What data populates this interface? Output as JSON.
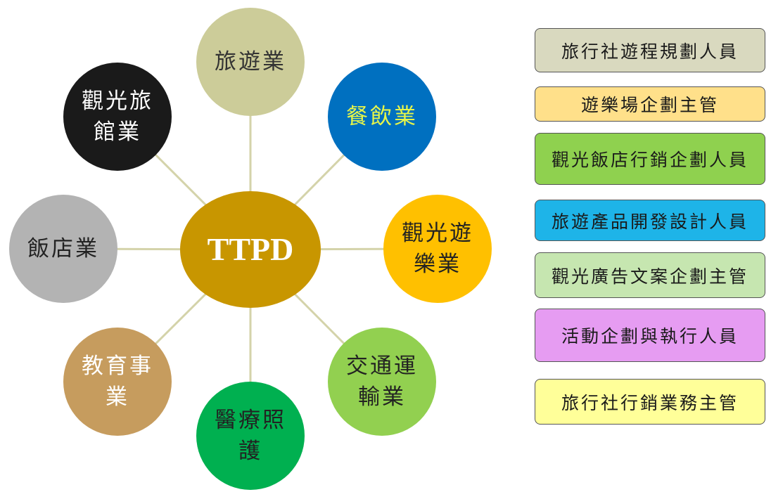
{
  "center": {
    "label": "TTPD",
    "color": "#C89600",
    "text_color": "#FFFFFF"
  },
  "industries": [
    {
      "id": "travel",
      "label": "旅遊業",
      "color": "#CCCC99",
      "text_color": "#333333"
    },
    {
      "id": "catering",
      "label": "餐飲業",
      "color": "#0070C0",
      "text_color": "#E6F54A"
    },
    {
      "id": "amusement",
      "label": "觀光遊樂業",
      "color": "#FFC000",
      "text_color": "#222222"
    },
    {
      "id": "transport",
      "label": "交通運輸業",
      "color": "#92D050",
      "text_color": "#222222"
    },
    {
      "id": "medical",
      "label": "醫療照護",
      "color": "#00B050",
      "text_color": "#222222"
    },
    {
      "id": "education",
      "label": "教育事業",
      "color": "#C69C5E",
      "text_color": "#FFFFFF"
    },
    {
      "id": "hotel",
      "label": "飯店業",
      "color": "#B3B3B3",
      "text_color": "#222222"
    },
    {
      "id": "tourist-hotel",
      "label": "觀光旅館業",
      "color": "#1A1A1A",
      "text_color": "#FFFFFF"
    }
  ],
  "roles": [
    {
      "label": "旅行社遊程規劃人員",
      "color": "#D9D9BF"
    },
    {
      "label": "遊樂場企劃主管",
      "color": "#FFE08A"
    },
    {
      "label": "觀光飯店行銷企劃人員",
      "color": "#8FD14F"
    },
    {
      "label": "旅遊產品開發設計人員",
      "color": "#1EB4E8"
    },
    {
      "label": "觀光廣告文案企劃主管",
      "color": "#C6E6B0"
    },
    {
      "label": "活動企劃與執行人員",
      "color": "#E69CF2"
    },
    {
      "label": "旅行社行銷業務主管",
      "color": "#FFFF99"
    }
  ],
  "line_color": "#D4D3AA"
}
